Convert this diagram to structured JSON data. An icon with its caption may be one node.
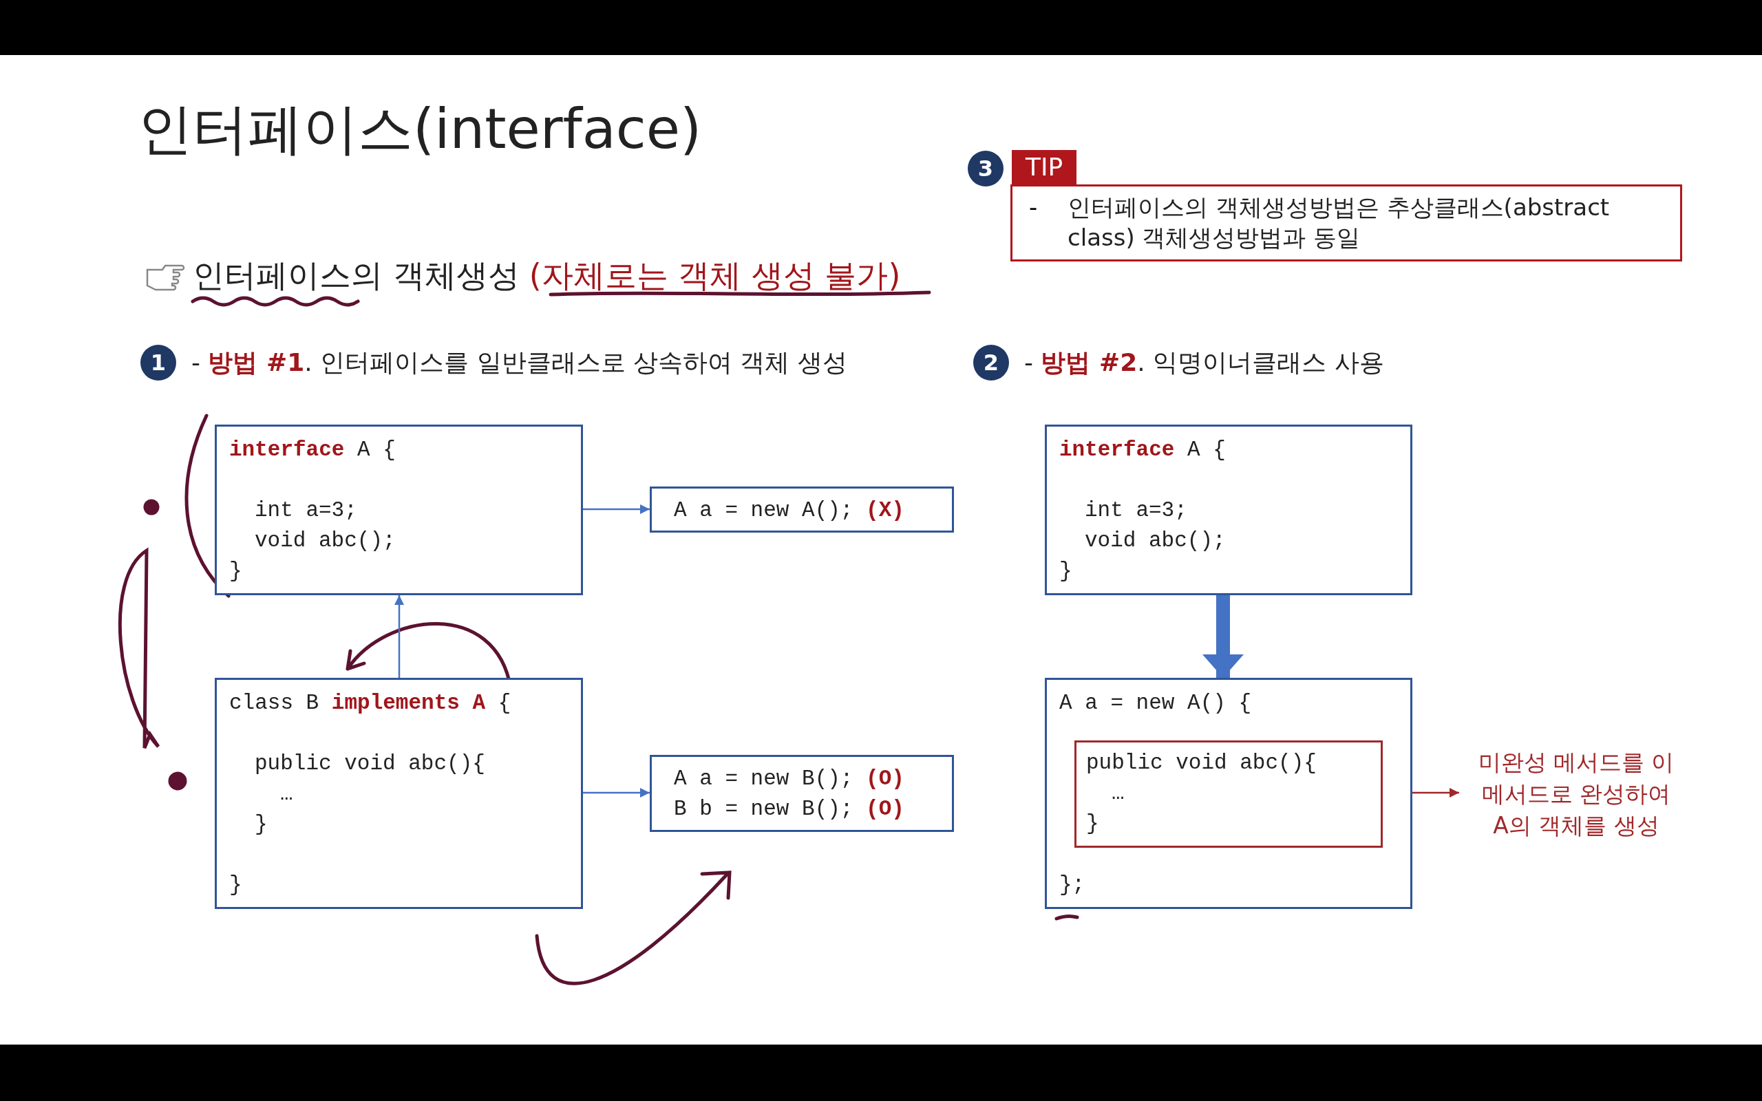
{
  "diagram": {
    "title": "인터페이스(interface)",
    "nodes": [
      {
        "text": [
          "TIP",
          "-",
          "인터페이스의 객체생성방법은 추상클래스(abstract class) 객체생성방법과 동일"
        ]
      },
      {
        "text": [
          "**interface** A {",
          "int a=3;",
          "void abc();",
          "}"
        ]
      },
      {
        "text": [
          "A a = new A(); **(X)**"
        ]
      },
      {
        "text": [
          "class B **implements A** {",
          "public void abc(){",
          "…",
          "}",
          "}"
        ]
      },
      {
        "text": [
          "A a = new B(); **(O)**",
          "B b = new B(); **(O)**"
        ]
      },
      {
        "text": [
          "**interface** A {",
          "int a=3;",
          "void abc();",
          "}"
        ]
      },
      {
        "text": [
          "A a = new A() {",
          "};"
        ]
      },
      {
        "text": [
          "public void abc(){",
          "…",
          "}"
        ],
        "in": 6
      },
      {
        "text": [
          "미완성 메서드를 이 메서드로 완성하여 A의 객체를 생성"
        ]
      }
    ],
    "edges": [
      {
        "from": 1,
        "to": 2,
        "arrow": "to"
      },
      {
        "from": 3,
        "to": 1,
        "arrow": "to"
      },
      {
        "from": 3,
        "to": 4,
        "arrow": "to"
      },
      {
        "from": 5,
        "to": 6,
        "arrow": "to",
        "style": "thick"
      },
      {
        "from": 7,
        "to": 8,
        "arrow": "to",
        "color": "#a0282a"
      }
    ],
    "labels": [
      "3",
      "인터페이스의 객체생성",
      "(자체로는 객체 생성 불가)",
      "1",
      "- **방법 #1**. 인터페이스를 일반클래스로 상속하여 객체 생성",
      "2",
      "- **방법 #2**. 익명이너클래스 사용"
    ]
  }
}
